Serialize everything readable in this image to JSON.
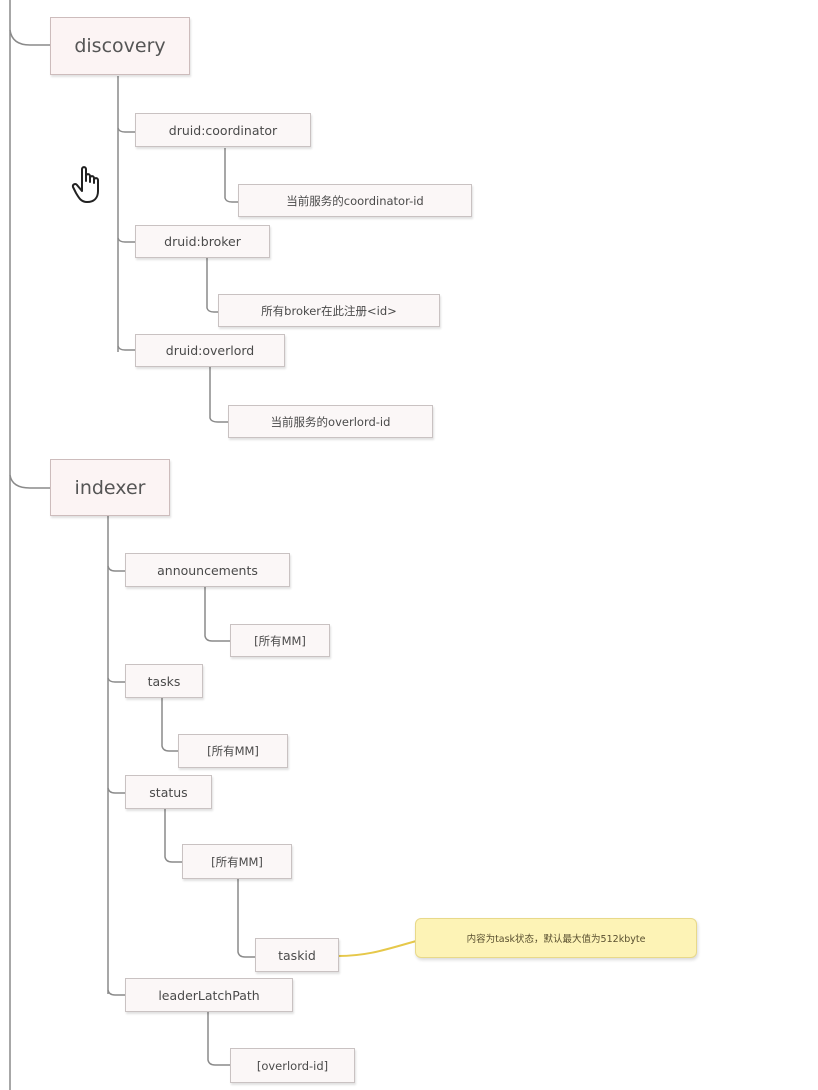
{
  "diagram": {
    "nodes": {
      "discovery": "discovery",
      "coordinator": "druid:coordinator",
      "coordinator_child": "当前服务的coordinator-id",
      "broker": "druid:broker",
      "broker_child": "所有broker在此注册<id>",
      "overlord": "druid:overlord",
      "overlord_child": "当前服务的overlord-id",
      "indexer": "indexer",
      "announcements": "announcements",
      "announcements_child": "[所有MM]",
      "tasks": "tasks",
      "tasks_child": "[所有MM]",
      "status": "status",
      "status_child": "[所有MM]",
      "taskid": "taskid",
      "leaderlatchpath": "leaderLatchPath",
      "leaderlatchpath_child": "[overlord-id]"
    },
    "callout": "内容为task状态，默认最大值为512kbyte"
  },
  "colors": {
    "line": "#8a8a8a",
    "node_fill": "#fbf7f7",
    "node_border": "#c9c2c2",
    "callout_fill": "#fdf3b6",
    "callout_line": "#e6c84a"
  },
  "icons": {
    "cursor": "hand-pointer-icon"
  }
}
